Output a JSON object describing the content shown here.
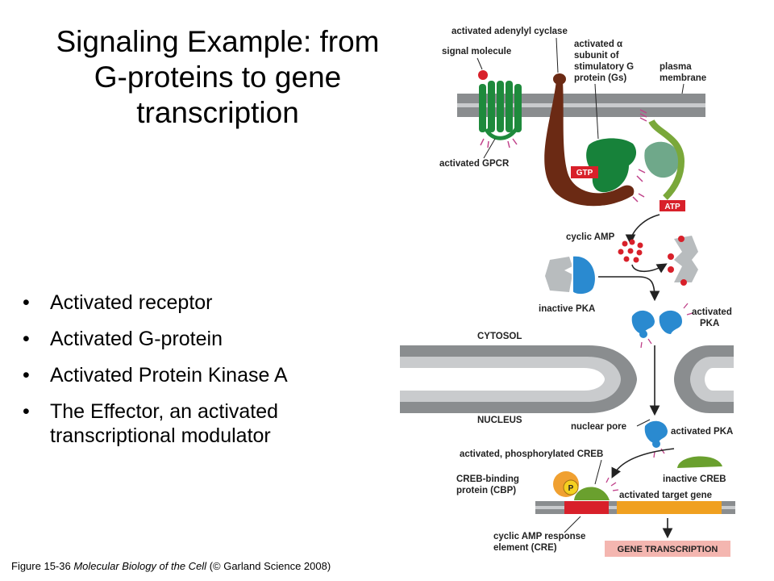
{
  "slide": {
    "title_lines": [
      "Signaling Example: from",
      "G-proteins to gene",
      "transcription"
    ],
    "bullets": [
      "Activated receptor",
      "Activated G-protein",
      "Activated Protein Kinase A",
      "The Effector, an activated transcriptional modulator"
    ],
    "bullet_symbol": "•",
    "caption": {
      "prefix": "Figure 15-36 ",
      "book": "Molecular Biology of the Cell",
      "suffix": " (© Garland Science 2008)"
    }
  },
  "diagram": {
    "labels": {
      "activated_adenylyl_cyclase": "activated adenylyl cyclase",
      "signal_molecule": "signal molecule",
      "gs_line1": "activated α",
      "gs_line2": "subunit of",
      "gs_line3": "stimulatory G",
      "gs_line4": "protein (Gs)",
      "plasma_line1": "plasma",
      "plasma_line2": "membrane",
      "activated_gpcr": "activated GPCR",
      "gtp": "GTP",
      "atp": "ATP",
      "cyclic_amp": "cyclic AMP",
      "inactive_pka": "inactive PKA",
      "activated_pka_line1": "activated",
      "activated_pka_line2": "PKA",
      "cytosol": "CYTOSOL",
      "nucleus": "NUCLEUS",
      "nuclear_pore": "nuclear pore",
      "activated_pka_nucleus": "activated PKA",
      "phosphorylated_creb": "activated, phosphorylated CREB",
      "cbp_line1": "CREB-binding",
      "cbp_line2": "protein (CBP)",
      "inactive_creb": "inactive CREB",
      "p_badge": "P",
      "activated_target_gene": "activated target gene",
      "cre_line1": "cyclic AMP response",
      "cre_line2": "element (CRE)",
      "gene_transcription": "GENE TRANSCRIPTION"
    },
    "colors": {
      "membrane": "#8a8d8f",
      "membrane_light": "#b5b8ba",
      "gpcr": "#1e8a3c",
      "adenylyl_cyclase": "#6b2a14",
      "gs_alpha": "#17823a",
      "beta_gamma": "#6fa88a",
      "pka_regulatory": "#b8bcbe",
      "pka_catalytic": "#2a8ad0",
      "camp": "#d8202a",
      "creb": "#6aa02e",
      "cbp": "#f0a030",
      "tag_red": "#d8202a",
      "gene_orange": "#f0a020",
      "transcription_bg": "#f4b6b0",
      "activation_marks": "#c0428a"
    }
  }
}
